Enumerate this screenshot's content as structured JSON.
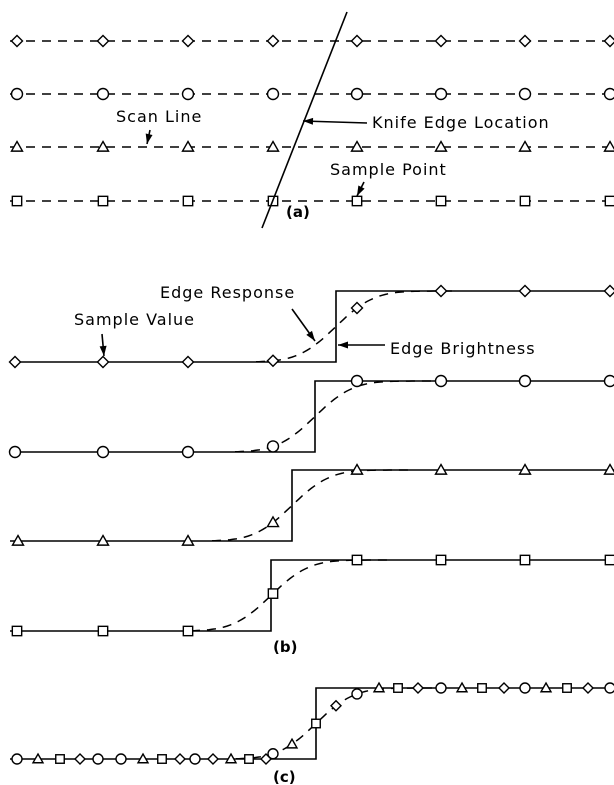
{
  "panel_a": {
    "label": "(a)",
    "scan_line_label": "Scan Line",
    "knife_edge_label": "Knife Edge Location",
    "sample_point_label": "Sample Point",
    "rows": [
      {
        "marker": "diamond"
      },
      {
        "marker": "circle"
      },
      {
        "marker": "triangle"
      },
      {
        "marker": "square"
      }
    ]
  },
  "panel_b": {
    "label": "(b)",
    "edge_response_label": "Edge Response",
    "sample_value_label": "Sample Value",
    "edge_brightness_label": "Edge Brightness",
    "rows": [
      {
        "marker": "diamond"
      },
      {
        "marker": "circle"
      },
      {
        "marker": "triangle"
      },
      {
        "marker": "square"
      }
    ]
  },
  "panel_c": {
    "label": "(c)",
    "low_markers": [
      "circle",
      "triangle",
      "square",
      "diamond",
      "circle",
      "circle",
      "triangle",
      "square",
      "diamond",
      "circle",
      "diamond",
      "triangle",
      "square",
      "diamond"
    ],
    "high_markers": [
      "triangle",
      "square",
      "diamond",
      "circle",
      "triangle",
      "square",
      "diamond",
      "circle",
      "triangle",
      "square",
      "diamond",
      "circle"
    ]
  }
}
